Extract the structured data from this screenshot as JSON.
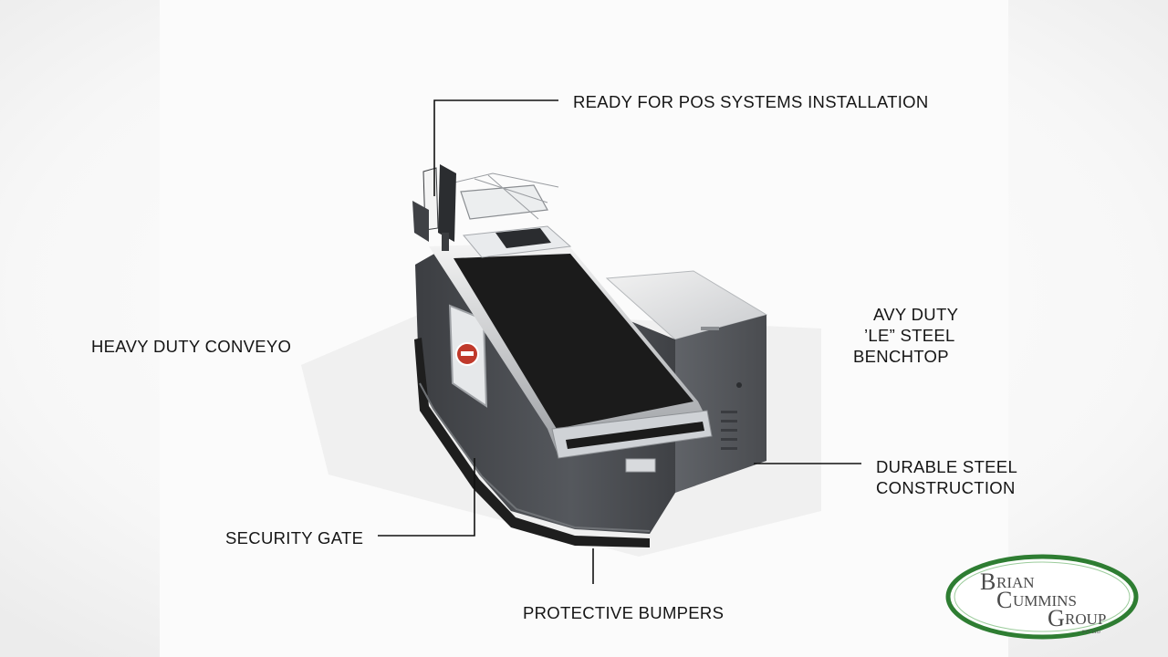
{
  "callouts": {
    "pos": "READY FOR POS SYSTEMS INSTALLATION",
    "conveyor": "HEAVY DUTY CONVEYO",
    "benchtop_line1": "AVY DUTY",
    "benchtop_line2": "’LE” STEEL",
    "benchtop_line3": "BENCHTOP",
    "steel_line1": "DURABLE STEEL",
    "steel_line2": "CONSTRUCTION",
    "security": "SECURITY GATE",
    "bumpers": "PROTECTIVE BUMPERS"
  },
  "logo": {
    "big_b": "B",
    "row1": "RIAN",
    "big_c": "C",
    "row2": "UMMINS",
    "big_g": "G",
    "row3": "ROUP",
    "tag": "PTY LTD",
    "ring_color": "#2e7d32",
    "text_color": "#4a4a4a"
  },
  "colors": {
    "cabinet": "#4a4c50",
    "belt": "#1b1b1b",
    "steel": "#cfd2d6",
    "bumper": "#1e1e1e",
    "stop_sign": "#c0392b"
  }
}
